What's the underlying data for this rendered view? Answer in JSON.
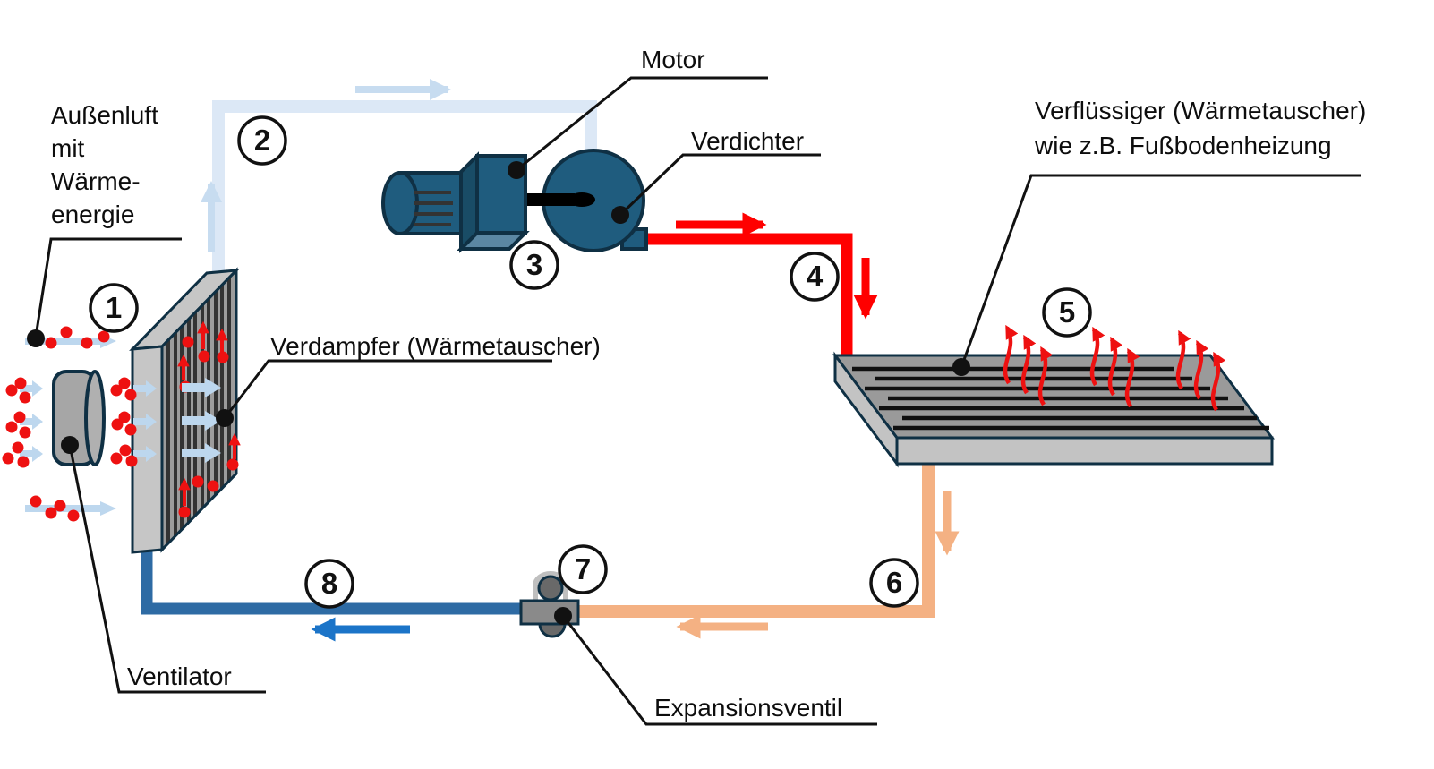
{
  "labels": {
    "outside_air": {
      "lines": [
        "Außenluft",
        "mit",
        "Wärme-",
        "energie"
      ]
    },
    "evaporator": "Verdampfer (Wärmetauscher)",
    "motor": "Motor",
    "compressor": "Verdichter",
    "condenser": {
      "lines": [
        "Verflüssiger (Wärmetauscher)",
        "wie z.B. Fußbodenheizung"
      ]
    },
    "expansion_valve": "Expansionsventil",
    "fan": "Ventilator"
  },
  "badges": [
    {
      "label": "1"
    },
    {
      "label": "2"
    },
    {
      "label": "3"
    },
    {
      "label": "4"
    },
    {
      "label": "5"
    },
    {
      "label": "6"
    },
    {
      "label": "7"
    },
    {
      "label": "8"
    }
  ],
  "colors": {
    "cold_gas_pipe": "#DCE8F6",
    "cold_gas_arrow": "#C7DCF0",
    "hot_gas_pipe": "#FF0000",
    "warm_liquid_pipe": "#F4B183",
    "cold_liquid_pipe": "#2E6BA4",
    "flow_arrow_blue": "#1B74C8",
    "air_arrow_blue": "#BDD7EE",
    "heat_red": "#EE1111",
    "machine_teal": "#1F5C7E",
    "machine_teal_dark": "#194C66",
    "machine_teal_light": "#5B87A3",
    "outline_navy": "#0F3044",
    "metal_gray": "#9C9C9C",
    "metal_gray_light": "#C6C6C6",
    "stripe_dark": "#333333",
    "panel_top_gray": "#9A9A9A",
    "panel_front_gray": "#C3C3C3",
    "fan_gray": "#A6A6A6",
    "fan_face_gray": "#B0B0B0",
    "valve_gray": "#8A8A8A",
    "valve_gray_dark": "#696969",
    "yoke_gray": "#BFBFBF",
    "text_black": "#0D0D0D"
  }
}
